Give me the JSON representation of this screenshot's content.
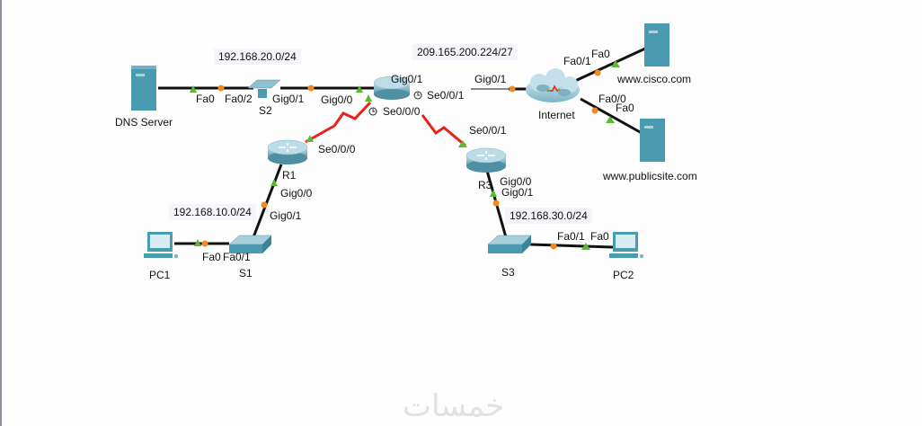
{
  "colors": {
    "ethernet_link": "#111111",
    "serial_link": "#e8221b",
    "port_up": "#5cb833",
    "port_orange": "#f08a1c",
    "device_teal": "#4a9bb0",
    "subnet_label_bg": "#f3f5fa"
  },
  "networks": {
    "lan20": "192.168.20.0/24",
    "wan": "209.165.200.224/27",
    "lan10": "192.168.10.0/24",
    "lan30": "192.168.30.0/24"
  },
  "devices": {
    "dns_server": "DNS Server",
    "s2": "S2",
    "r1": "R1",
    "r3": "R3",
    "s1": "S1",
    "s3": "S3",
    "pc1": "PC1",
    "pc2": "PC2",
    "internet": "Internet",
    "cisco": "www.cisco.com",
    "publicsite": "www.publicsite.com"
  },
  "ports": {
    "dns_fa0": "Fa0",
    "s2_fa02": "Fa0/2",
    "s2_gig01": "Gig0/1",
    "r2_gig00": "Gig0/0",
    "r2_gig01": "Gig0/1",
    "r2_se001": "Se0/0/1",
    "r2_se000": "Se0/0/0",
    "isp_gig01": "Gig0/1",
    "inet_fa01": "Fa0/1",
    "cisco_fa0": "Fa0",
    "inet_fa02": "Fa0/0",
    "public_fa0": "Fa0",
    "r1_se000": "Se0/0/0",
    "r1_gig00": "Gig0/0",
    "s1_gig01": "Gig0/1",
    "pc1_fa0": "Fa0",
    "s1_fa01": "Fa0/1",
    "r3_se001": "Se0/0/1",
    "r3_gig00": "Gig0/0",
    "r3_gig01": "Gig0/1",
    "s3_fa01": "Fa0/1",
    "pc2_fa0": "Fa0"
  },
  "watermark": "خمسات"
}
